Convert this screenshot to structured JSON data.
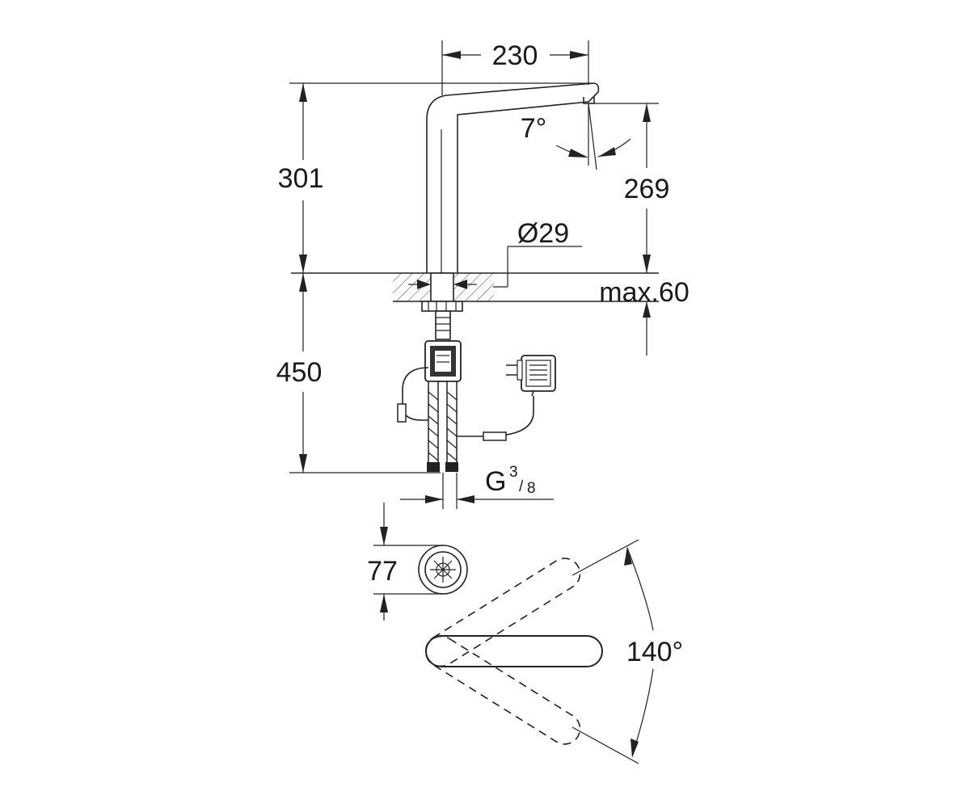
{
  "dimensions": {
    "spout_reach": "230",
    "total_height": "301",
    "spout_angle": "7°",
    "spout_height": "269",
    "diameter": "Ø29",
    "max_thickness": "max.60",
    "below_counter": "450",
    "thread_prefix": "G",
    "thread_num": "3",
    "thread_den": "8",
    "escutcheon": "77",
    "swivel_angle": "140°"
  },
  "icons": {
    "power_adapter": "power-adapter-icon",
    "control_box": "control-box-icon"
  }
}
